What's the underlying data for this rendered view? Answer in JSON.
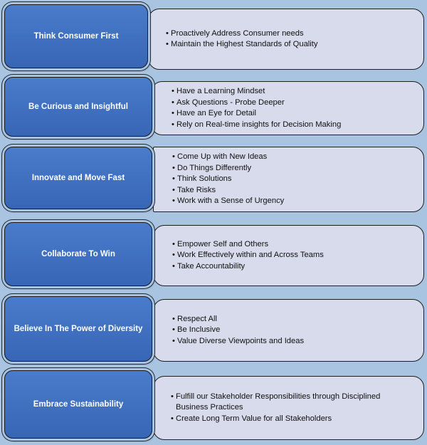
{
  "values": [
    {
      "title": "Think Consumer First",
      "points": [
        "Proactively Address Consumer needs",
        "Maintain the Highest Standards of Quality"
      ]
    },
    {
      "title": "Be Curious and Insightful",
      "points": [
        "Have a Learning Mindset",
        "Ask Questions - Probe Deeper",
        "Have an Eye for Detail",
        "Rely on Real-time insights for Decision Making"
      ]
    },
    {
      "title": "Innovate and Move Fast",
      "points": [
        "Come Up with New Ideas",
        "Do Things Differently",
        "Think Solutions",
        "Take Risks",
        "Work with a Sense of Urgency"
      ]
    },
    {
      "title": "Collaborate To Win",
      "points": [
        "Empower Self and Others",
        "Work Effectively within and Across Teams",
        "Take Accountability"
      ]
    },
    {
      "title": "Believe In The Power of Diversity",
      "points": [
        "Respect All",
        "Be Inclusive",
        "Value Diverse Viewpoints and Ideas"
      ]
    },
    {
      "title": "Embrace Sustainability",
      "points": [
        "Fulfill our Stakeholder Responsibilities through Disciplined Business Practices",
        "Create Long Term Value for all Stakeholders"
      ]
    }
  ]
}
